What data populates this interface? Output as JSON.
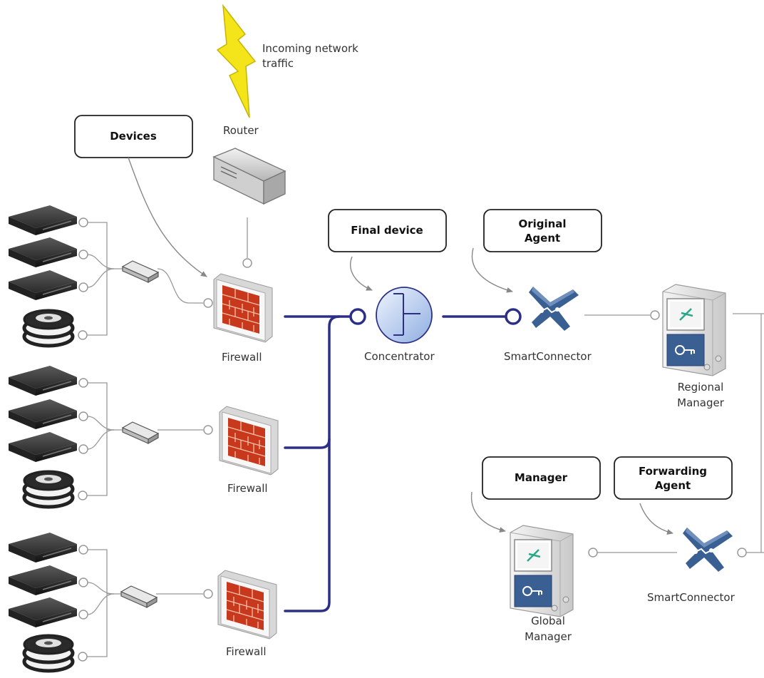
{
  "labels": {
    "incoming_traffic_line1": "Incoming network",
    "incoming_traffic_line2": "traffic",
    "router": "Router",
    "firewall_1": "Firewall",
    "firewall_2": "Firewall",
    "firewall_3": "Firewall",
    "concentrator": "Concentrator",
    "smartconnector_1": "SmartConnector",
    "smartconnector_2": "SmartConnector",
    "regional_manager_line1": "Regional",
    "regional_manager_line2": "Manager",
    "global_manager_line1": "Global",
    "global_manager_line2": "Manager"
  },
  "callouts": {
    "devices": "Devices",
    "final_device": "Final device",
    "original_agent_line1": "Original",
    "original_agent_line2": "Agent",
    "manager": "Manager",
    "forwarding_agent_line1": "Forwarding",
    "forwarding_agent_line2": "Agent"
  },
  "colors": {
    "link_primary": "#2b2f86",
    "link_secondary": "#999999",
    "firewall_brick": "#c8381c",
    "lightning": "#f4e51a",
    "agent_icon": "#3a5f93"
  },
  "icons": {
    "server": "rack-server-icon",
    "storage": "disk-stack-icon",
    "switch": "network-switch-icon",
    "router": "router-icon",
    "firewall": "firewall-icon",
    "concentrator": "concentrator-icon",
    "agent": "smartconnector-icon",
    "manager": "manager-server-icon"
  }
}
